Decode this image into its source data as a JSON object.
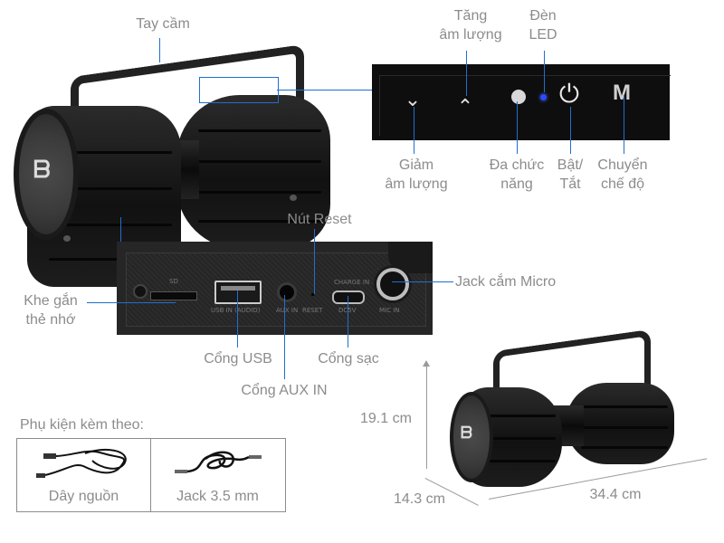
{
  "labels": {
    "handle": "Tay cầm",
    "volume_up": [
      "Tăng",
      "âm lượng"
    ],
    "led": [
      "Đèn",
      "LED"
    ],
    "volume_down": [
      "Giảm",
      "âm lượng"
    ],
    "multi_function": [
      "Đa chức",
      "năng"
    ],
    "power": [
      "Bật/",
      "Tắt"
    ],
    "mode": [
      "Chuyển",
      "chế độ"
    ],
    "reset": "Nút Reset",
    "memory_card": [
      "Khe gắn",
      "thẻ nhớ"
    ],
    "micro_jack": "Jack cắm Micro",
    "usb_port": "Cổng USB",
    "charging_port": "Cổng sạc",
    "aux_in": "Cổng AUX IN"
  },
  "panel_buttons": {
    "down": "⌄",
    "up": "⌃",
    "power": "⏻",
    "mode": "M"
  },
  "port_prints": {
    "sd": "SD",
    "usb": "USB IN (AUDIO)",
    "aux": "AUX IN",
    "reset": "RESET",
    "charge_top": "CHARGE IN",
    "charge_bottom": "DC5V",
    "mic": "MIC IN"
  },
  "accessories": {
    "title": "Phụ kiện kèm theo:",
    "items": [
      {
        "label": "Dây nguồn"
      },
      {
        "label": "Jack 3.5 mm"
      }
    ]
  },
  "dimensions": {
    "height": "19.1 cm",
    "depth": "14.3 cm",
    "width": "34.4 cm"
  },
  "colors": {
    "callout_line": "#1f6fd0",
    "label_text": "#8c8c8c",
    "led": "#2a4bff"
  }
}
